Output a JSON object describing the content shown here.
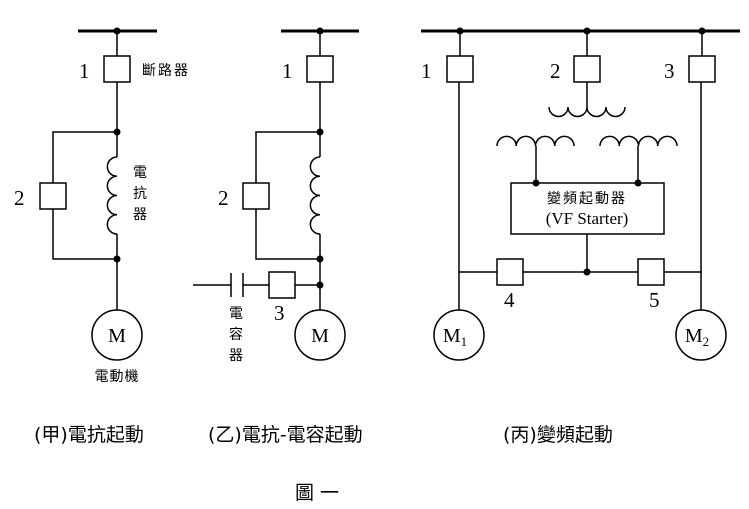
{
  "figure_title": "圖一",
  "diagrams": {
    "a": {
      "caption": "(甲)電抗起動",
      "breaker_1_label": "1",
      "breaker_1_name": "斷路器",
      "breaker_2_label": "2",
      "reactor_label": [
        "電",
        "抗",
        "器"
      ],
      "motor_symbol": "M",
      "motor_name": "電動機"
    },
    "b": {
      "caption": "(乙)電抗-電容起動",
      "breaker_1_label": "1",
      "breaker_2_label": "2",
      "breaker_3_label": "3",
      "capacitor_label": [
        "電",
        "容",
        "器"
      ],
      "motor_symbol": "M"
    },
    "c": {
      "caption": "(丙)變頻起動",
      "breaker_1_label": "1",
      "breaker_2_label": "2",
      "breaker_3_label": "3",
      "breaker_4_label": "4",
      "breaker_5_label": "5",
      "starter_name": "變頻起動器",
      "starter_name_en": "(VF Starter)",
      "motor_1_symbol": "M",
      "motor_1_sub": "1",
      "motor_2_symbol": "M",
      "motor_2_sub": "2"
    }
  }
}
